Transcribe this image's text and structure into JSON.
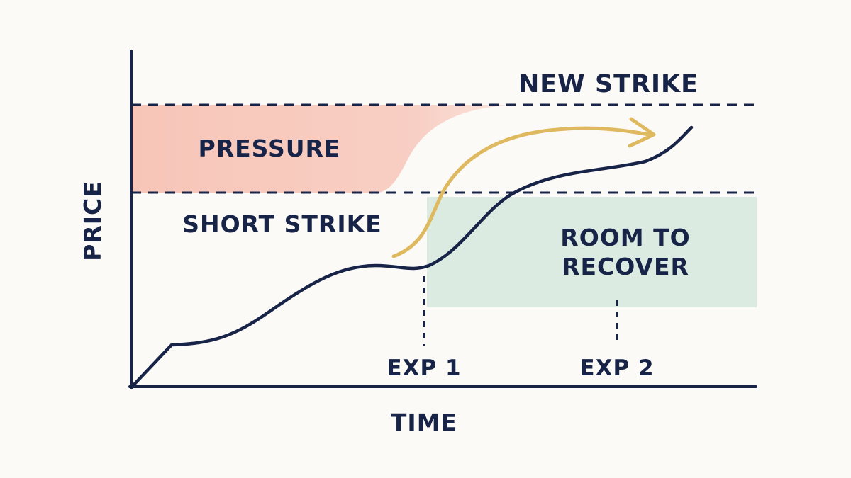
{
  "labels": {
    "new_strike": "NEW STRIKE",
    "short_strike": "SHORT STRIKE",
    "pressure": "PRESSURE",
    "room_line1": "ROOM TO",
    "room_line2": "RECOVER",
    "exp1": "EXP 1",
    "exp2": "EXP 2",
    "x_axis": "TIME",
    "y_axis": "PRICE"
  },
  "colors": {
    "background": "#fcfaf6",
    "ink": "#172448",
    "pressure_fill": "#f7c5b8",
    "recover_fill": "#dcebe1",
    "roll_arrow": "#dfb95f"
  }
}
